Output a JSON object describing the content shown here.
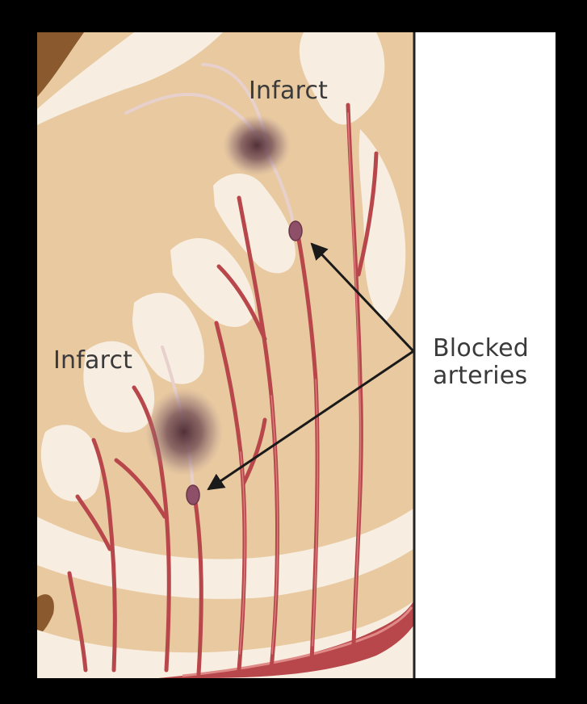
{
  "labels": {
    "infarct_top": "Infarct",
    "infarct_left": "Infarct",
    "blocked_line1": "Blocked",
    "blocked_line2": "arteries"
  },
  "colors": {
    "page_background": "#000000",
    "panel_background": "#ffffff",
    "brain_tissue": "#e8c9a0",
    "white_matter": "#f7ede0",
    "cortex_edge": "#8a5a2e",
    "artery": "#b8474c",
    "artery_highlight": "#e08a88",
    "infarct": "#5e3a45",
    "arrow": "#1a1a1a",
    "text": "#3a3a3a"
  },
  "icons": [
    "arrow-icon"
  ]
}
